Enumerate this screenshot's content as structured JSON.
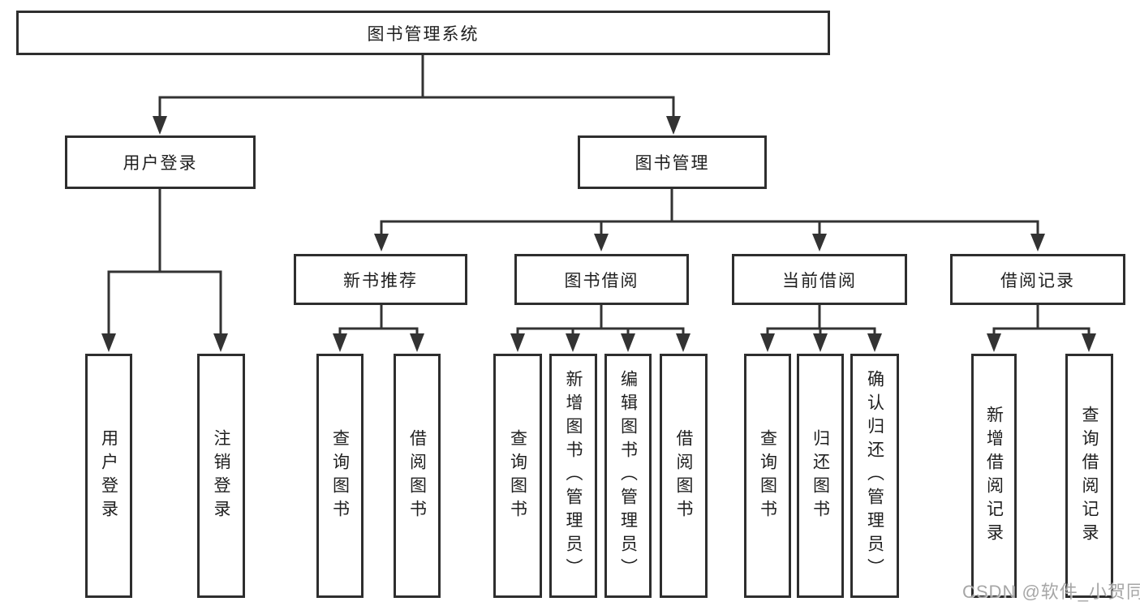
{
  "tree": {
    "root": {
      "label": "图书管理系统"
    },
    "branches": [
      {
        "label": "用户登录",
        "children": [
          {
            "label": "用户登录"
          },
          {
            "label": "注销登录"
          }
        ]
      },
      {
        "label": "图书管理",
        "children": [
          {
            "label": "新书推荐",
            "children": [
              {
                "label": "查询图书"
              },
              {
                "label": "借阅图书"
              }
            ]
          },
          {
            "label": "图书借阅",
            "children": [
              {
                "label": "查询图书"
              },
              {
                "label": "新增图书（管理员）"
              },
              {
                "label": "编辑图书（管理员）"
              },
              {
                "label": "借阅图书"
              }
            ]
          },
          {
            "label": "当前借阅",
            "children": [
              {
                "label": "查询图书"
              },
              {
                "label": "归还图书"
              },
              {
                "label": "确认归还（管理员）"
              }
            ]
          },
          {
            "label": "借阅记录",
            "children": [
              {
                "label": "新增借阅记录"
              },
              {
                "label": "查询借阅记录"
              }
            ]
          }
        ]
      }
    ]
  },
  "watermark": {
    "text": "CSDN @软件_小贺同学"
  },
  "colors": {
    "line": "#333333",
    "box_border": "#2e2e2e",
    "text": "#1f1f1f",
    "watermark": "#9e9e9e",
    "background": "#ffffff"
  }
}
